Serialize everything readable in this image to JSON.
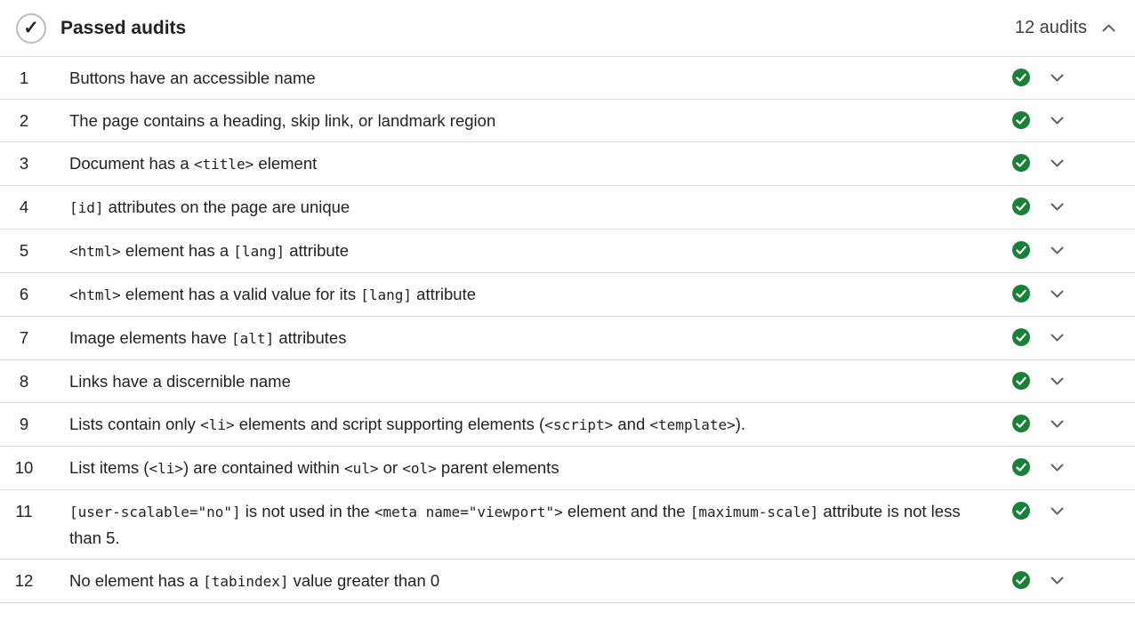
{
  "header": {
    "title": "Passed audits",
    "count_label": "12 audits",
    "check_glyph": "✓"
  },
  "colors": {
    "pass_green": "#188038",
    "divider": "#e0e0e0",
    "text": "#212227",
    "muted": "#3c4043",
    "chevron": "#5f6368"
  },
  "audits": [
    {
      "num": "1",
      "segments": [
        {
          "t": "Buttons have an accessible name"
        }
      ]
    },
    {
      "num": "2",
      "segments": [
        {
          "t": "The page contains a heading, skip link, or landmark region"
        }
      ]
    },
    {
      "num": "3",
      "segments": [
        {
          "t": "Document has a "
        },
        {
          "t": "<title>",
          "code": true
        },
        {
          "t": " element"
        }
      ]
    },
    {
      "num": "4",
      "segments": [
        {
          "t": "[id]",
          "code": true
        },
        {
          "t": " attributes on the page are unique"
        }
      ]
    },
    {
      "num": "5",
      "segments": [
        {
          "t": "<html>",
          "code": true
        },
        {
          "t": " element has a "
        },
        {
          "t": "[lang]",
          "code": true
        },
        {
          "t": " attribute"
        }
      ]
    },
    {
      "num": "6",
      "segments": [
        {
          "t": "<html>",
          "code": true
        },
        {
          "t": " element has a valid value for its "
        },
        {
          "t": "[lang]",
          "code": true
        },
        {
          "t": " attribute"
        }
      ]
    },
    {
      "num": "7",
      "segments": [
        {
          "t": "Image elements have "
        },
        {
          "t": "[alt]",
          "code": true
        },
        {
          "t": " attributes"
        }
      ]
    },
    {
      "num": "8",
      "segments": [
        {
          "t": "Links have a discernible name"
        }
      ]
    },
    {
      "num": "9",
      "segments": [
        {
          "t": "Lists contain only "
        },
        {
          "t": "<li>",
          "code": true
        },
        {
          "t": " elements and script supporting elements ("
        },
        {
          "t": "<script>",
          "code": true
        },
        {
          "t": " and "
        },
        {
          "t": "<template>",
          "code": true
        },
        {
          "t": ")."
        }
      ]
    },
    {
      "num": "10",
      "segments": [
        {
          "t": "List items ("
        },
        {
          "t": "<li>",
          "code": true
        },
        {
          "t": ") are contained within "
        },
        {
          "t": "<ul>",
          "code": true
        },
        {
          "t": " or "
        },
        {
          "t": "<ol>",
          "code": true
        },
        {
          "t": " parent elements"
        }
      ]
    },
    {
      "num": "11",
      "segments": [
        {
          "t": "[user-scalable=\"no\"]",
          "code": true
        },
        {
          "t": " is not used in the "
        },
        {
          "t": "<meta name=\"viewport\">",
          "code": true
        },
        {
          "t": " element and the "
        },
        {
          "t": "[maximum-scale]",
          "code": true
        },
        {
          "t": " attribute is not less than 5."
        }
      ]
    },
    {
      "num": "12",
      "segments": [
        {
          "t": "No element has a "
        },
        {
          "t": "[tabindex]",
          "code": true
        },
        {
          "t": " value greater than 0"
        }
      ]
    }
  ]
}
